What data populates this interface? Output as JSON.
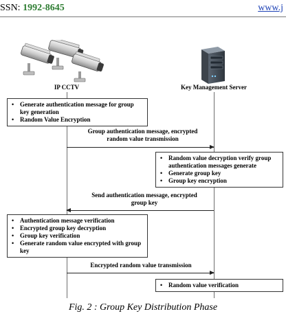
{
  "header": {
    "issn_label": "SSN: ",
    "issn_number": "1992-8645",
    "website": "www.j"
  },
  "actors": {
    "left": "IP CCTV",
    "right": "Key Management Server"
  },
  "boxes": [
    {
      "lines": [
        "Generate authentication message for group key generation",
        "Random Value Encryption"
      ]
    },
    {
      "lines": [
        "Random value decryption verify group authentication messages generate",
        "Generate group key",
        "Group key encryption"
      ]
    },
    {
      "lines": [
        "Authentication message verification",
        "Encrypted group key decryption",
        "Group key verification",
        "Generate random value encrypted with group key"
      ]
    },
    {
      "lines": [
        "Random value verification"
      ]
    }
  ],
  "messages": [
    {
      "text": "Group authentication message, encrypted random value transmission",
      "direction": "right"
    },
    {
      "text": "Send authentication message, encrypted group key",
      "direction": "left"
    },
    {
      "text": "Encrypted random value transmission",
      "direction": "right"
    }
  ],
  "caption": "Fig. 2 : Group Key Distribution Phase",
  "colors": {
    "issn_number": "#2e7d32",
    "link": "#1a3fb5"
  }
}
